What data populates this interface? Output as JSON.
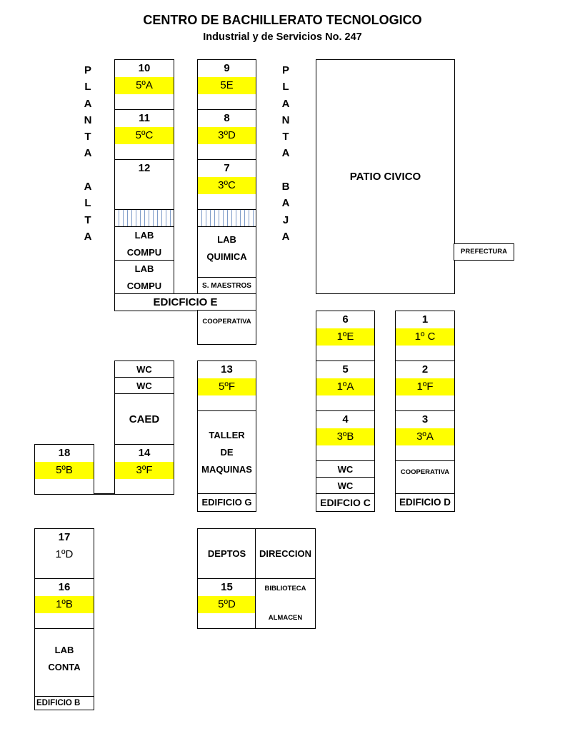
{
  "header": {
    "title": "CENTRO DE BACHILLERATO TECNOLOGICO",
    "subtitle": "Industrial y de Servicios No. 247"
  },
  "side_labels": {
    "planta_alta": [
      "P",
      "L",
      "A",
      "N",
      "T",
      "A",
      "",
      "A",
      "L",
      "T",
      "A"
    ],
    "planta_baja": [
      "P",
      "L",
      "A",
      "N",
      "T",
      "A",
      "",
      "B",
      "A",
      "J",
      "A"
    ]
  },
  "rooms": {
    "r10": {
      "number": "10",
      "group": "5ºA"
    },
    "r11": {
      "number": "11",
      "group": "5ºC"
    },
    "r12": {
      "number": "12"
    },
    "r9": {
      "number": "9",
      "group": "5E"
    },
    "r8": {
      "number": "8",
      "group": "3ºD"
    },
    "r7": {
      "number": "7",
      "group": "3ºC"
    },
    "r6": {
      "number": "6",
      "group": "1ºE"
    },
    "r5": {
      "number": "5",
      "group": "1ºA"
    },
    "r4": {
      "number": "4",
      "group": "3ºB"
    },
    "r1": {
      "number": "1",
      "group": "1º C"
    },
    "r2": {
      "number": "2",
      "group": "1ºF"
    },
    "r3": {
      "number": "3",
      "group": "3ºA"
    },
    "r13": {
      "number": "13",
      "group": "5ºF"
    },
    "r14": {
      "number": "14",
      "group": "3ºF"
    },
    "r18": {
      "number": "18",
      "group": "5ºB"
    },
    "r17": {
      "number": "17",
      "group": "1ºD"
    },
    "r16": {
      "number": "16",
      "group": "1ºB"
    },
    "r15": {
      "number": "15",
      "group": "5ºD"
    }
  },
  "areas": {
    "lab_compu_1": [
      "LAB",
      "COMPU"
    ],
    "lab_compu_2": [
      "LAB",
      "COMPU"
    ],
    "lab_quimica": [
      "LAB",
      "QUIMICA"
    ],
    "s_maestros": "S. MAESTROS",
    "edificio_e": "EDICFICIO E",
    "cooperativa_e": "COOPERATIVA",
    "patio_civico": "PATIO CIVICO",
    "prefectura": "PREFECTURA",
    "wc_c1": "WC",
    "wc_c2": "WC",
    "edificio_c": "EDIFCIO C",
    "cooperativa_d": "COOPERATIVA",
    "edificio_d": "EDIFICIO D",
    "wc_1": "WC",
    "wc_2": "WC",
    "caed": "CAED",
    "taller": [
      "TALLER",
      "DE",
      "MAQUINAS"
    ],
    "edificio_g": "EDIFICIO G",
    "lab_conta": [
      "LAB",
      "CONTA"
    ],
    "edificio_b": "EDIFICIO B",
    "deptos": "DEPTOS",
    "direccion": "DIRECCION",
    "biblioteca": "BIBLIOTECA",
    "almacen": "ALMACEN"
  }
}
